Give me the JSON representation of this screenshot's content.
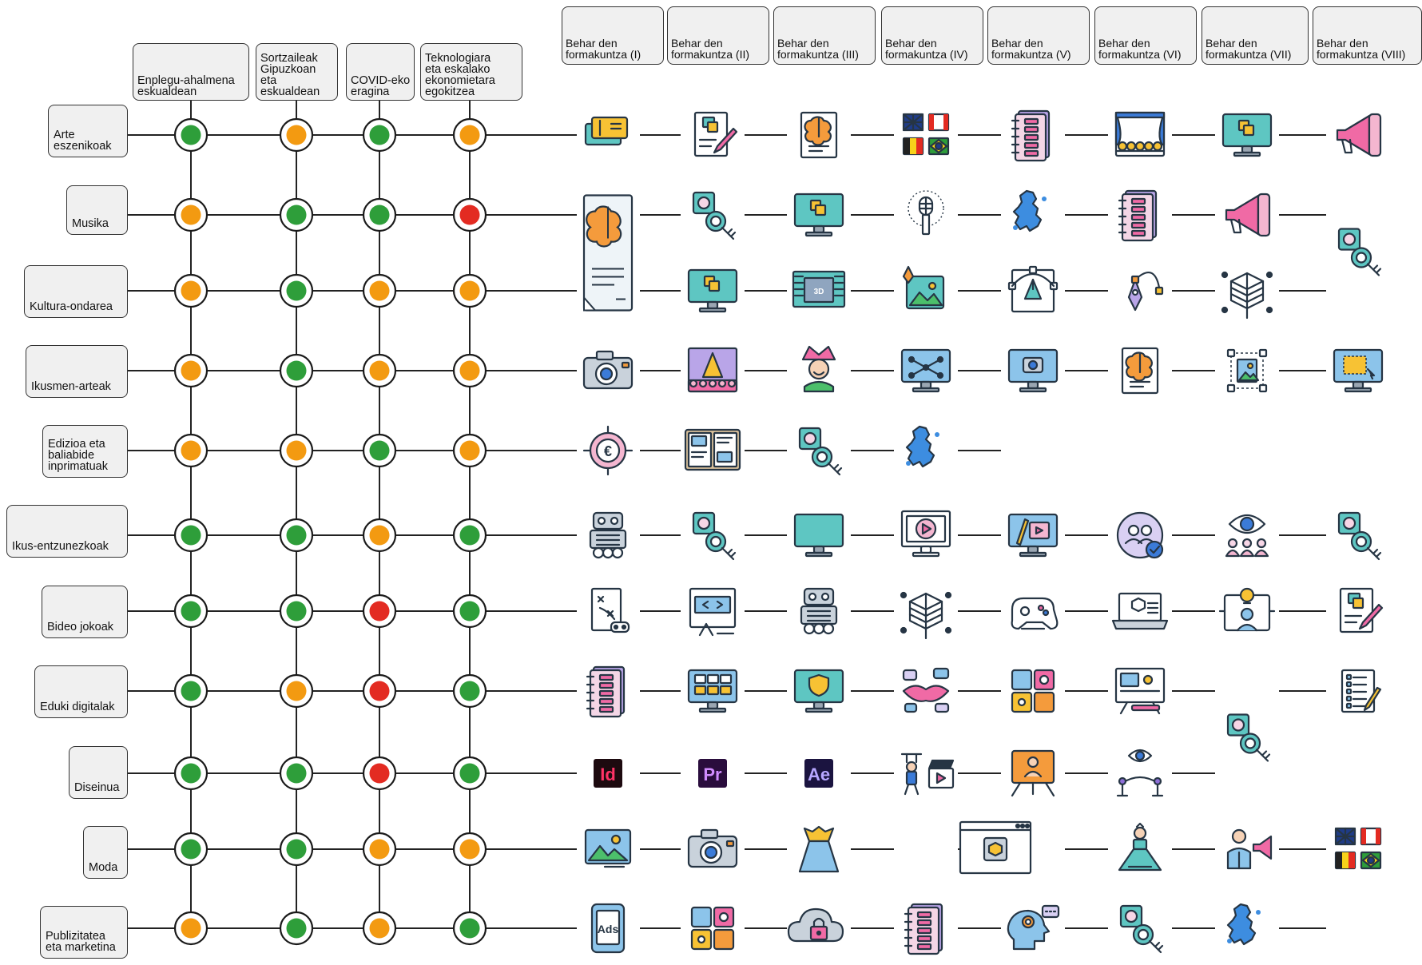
{
  "colors": {
    "green": "#2e9e3a",
    "orange": "#f39a11",
    "red": "#e32b22",
    "line": "#222222"
  },
  "column_headers": [
    "Enplegu-ahalmena\neskualdean",
    "Sortzaileak\nGipuzkoan\neta\neskualdean",
    "COVID-eko\neragina",
    "Teknologiara\neta eskalako\nekonomietara\negokitzea"
  ],
  "stage_headers": [
    "Behar den\nformakuntza (I)",
    "Behar den\nformakuntza (II)",
    "Behar den\nformakuntza (III)",
    "Behar den\nformakuntza (IV)",
    "Behar den\nformakuntza (V)",
    "Behar den\nformakuntza (VI)",
    "Behar den\nformakuntza (VII)",
    "Behar den\nformakuntza (VIII)"
  ],
  "rows": [
    {
      "label": "Arte\neszenikoak",
      "status": [
        "green",
        "orange",
        "green",
        "orange"
      ],
      "icons": [
        "tickets-icon",
        "document-edit-icon",
        "brain-document-icon",
        "flags-icon",
        "notebook-icon",
        "theater-stage-icon",
        "monitor-design-icon",
        "megaphone-icon"
      ]
    },
    {
      "label": "Musika",
      "status": [
        "orange",
        "green",
        "green",
        "red"
      ],
      "icons": [
        "brain-document-icon",
        "search-magnifier-icon",
        "monitor-design-icon",
        "microphone-icon",
        "europe-map-icon",
        "notebook-icon",
        "megaphone-icon",
        "search-magnifier-icon"
      ]
    },
    {
      "label": "Kultura-ondarea",
      "status": [
        "orange",
        "green",
        "orange",
        "orange"
      ],
      "icons": [
        "brain-document-icon",
        "monitor-design-icon",
        "3d-monitor-icon",
        "image-pen-icon",
        "vector-design-icon",
        "pen-tool-icon",
        "3d-cube-icon",
        "search-magnifier-icon"
      ]
    },
    {
      "label": "Ikusmen-arteak",
      "status": [
        "orange",
        "green",
        "orange",
        "orange"
      ],
      "icons": [
        "camera-icon",
        "cinema-icon",
        "jester-icon",
        "monitor-nodes-icon",
        "monitor-camera-icon",
        "brain-document-icon",
        "image-select-icon",
        "monitor-select-icon"
      ]
    },
    {
      "label": "Edizioa eta\nbaliabide\ninprimatuak",
      "status": [
        "orange",
        "orange",
        "green",
        "orange"
      ],
      "icons": [
        "euro-target-icon",
        "open-book-icon",
        "search-magnifier-icon",
        "europe-map-icon",
        "",
        "",
        "",
        ""
      ]
    },
    {
      "label": "Ikus-entzunezkoak",
      "status": [
        "green",
        "green",
        "orange",
        "green"
      ],
      "icons": [
        "robot-icon",
        "search-magnifier-icon",
        "monitor-icon",
        "monitor-video-icon",
        "monitor-film-icon",
        "users-check-icon",
        "audience-eye-icon",
        "search-magnifier-icon"
      ]
    },
    {
      "label": "Bideo jokoak",
      "status": [
        "green",
        "green",
        "red",
        "green"
      ],
      "icons": [
        "game-plan-icon",
        "web-code-icon",
        "robot-icon",
        "3d-cube-icon",
        "gamepad-icon",
        "laptop-3d-icon",
        "idea-team-icon",
        "document-edit-icon"
      ]
    },
    {
      "label": "Eduki digitalak",
      "status": [
        "green",
        "orange",
        "red",
        "green"
      ],
      "icons": [
        "notebook-icon",
        "monitor-gallery-icon",
        "monitor-shield-icon",
        "chat-lips-icon",
        "marketing-puzzle-icon",
        "web-dev-board-icon",
        "search-magnifier-icon",
        "checklist-pen-icon"
      ]
    },
    {
      "label": "Diseinua",
      "status": [
        "green",
        "green",
        "red",
        "green"
      ],
      "icons": [
        "indesign-icon",
        "premiere-icon",
        "after-effects-icon",
        "puppet-film-icon",
        "presentation-user-icon",
        "exhibition-eye-icon",
        "",
        ""
      ]
    },
    {
      "label": "Moda",
      "status": [
        "green",
        "green",
        "orange",
        "orange"
      ],
      "icons": [
        "photo-icon",
        "camera-icon",
        "dress-icon",
        "",
        "browser-3d-icon",
        "princess-icon",
        "businessman-megaphone-icon",
        "flags-icon"
      ]
    },
    {
      "label": "Publizitatea\neta marketina",
      "status": [
        "orange",
        "green",
        "orange",
        "green"
      ],
      "icons": [
        "ads-icon",
        "marketing-puzzle-icon",
        "cloud-lock-icon",
        "notebook-icon",
        "mind-chat-icon",
        "search-magnifier-icon",
        "europe-map-icon",
        ""
      ]
    }
  ],
  "adobe_badges": {
    "indesign": {
      "text": "Id",
      "bg": "#1d0a0f",
      "fg": "#ff3366"
    },
    "premiere": {
      "text": "Pr",
      "bg": "#2a0d3d",
      "fg": "#d18cff"
    },
    "after_effects": {
      "text": "Ae",
      "bg": "#1b1440",
      "fg": "#b7a6ff"
    }
  },
  "ads_text": "Ads"
}
